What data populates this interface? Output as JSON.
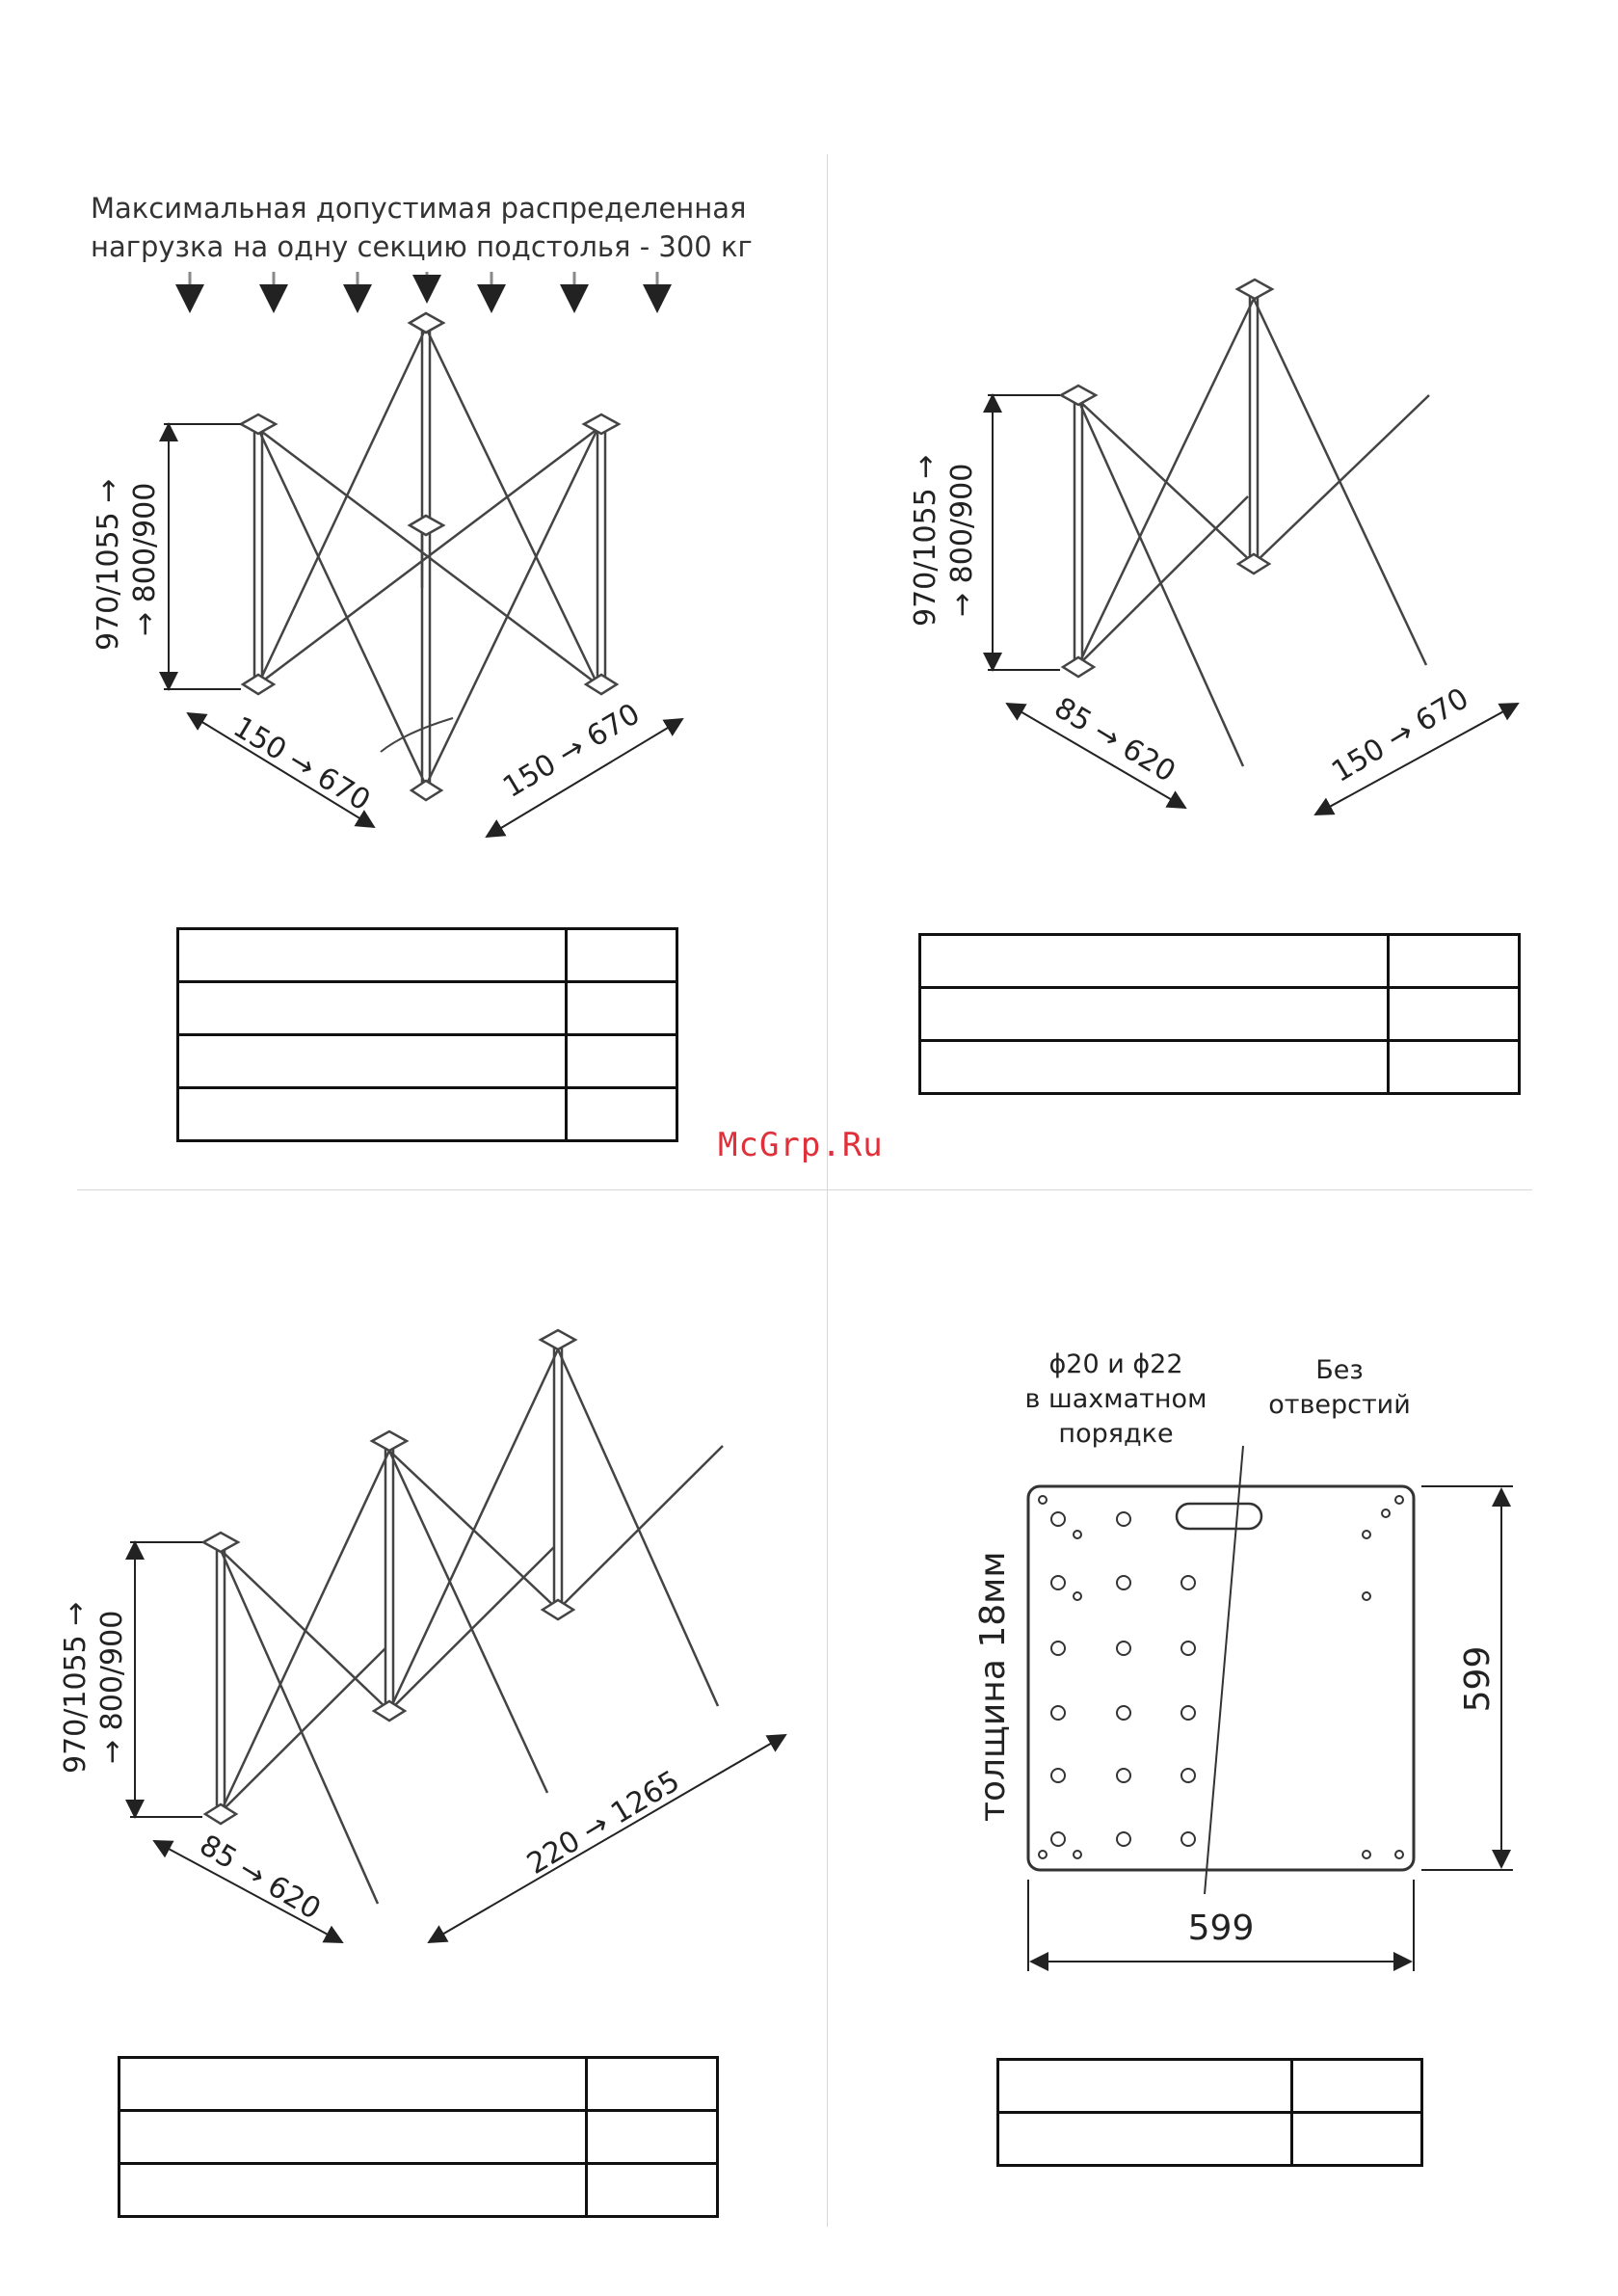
{
  "load_note": {
    "line1": "Максимальная допустимая распределенная",
    "line2": "нагрузка на одну секцию подстолья  -  300 кг"
  },
  "diagram1": {
    "height_label_a": "970/1055 →",
    "height_label_b": "→ 800/900",
    "width_left": "150 → 670",
    "width_right": "150 → 670"
  },
  "diagram2": {
    "height_label_a": "970/1055 →",
    "height_label_b": "→ 800/900",
    "width_left": "85 → 620",
    "width_right": "150 → 670"
  },
  "diagram3": {
    "height_label_a": "970/1055 →",
    "height_label_b": "→ 800/900",
    "width_left": "85 → 620",
    "width_right": "220 → 1265"
  },
  "diagram4": {
    "holes_line1": "ϕ20 и ϕ22",
    "holes_line2": "в шахматном",
    "holes_line3": "порядке",
    "no_holes_line1": "Без",
    "no_holes_line2": "отверстий",
    "thickness": "толщина 18мм",
    "width": "599",
    "height": "599"
  },
  "watermark": "McGrp.Ru"
}
